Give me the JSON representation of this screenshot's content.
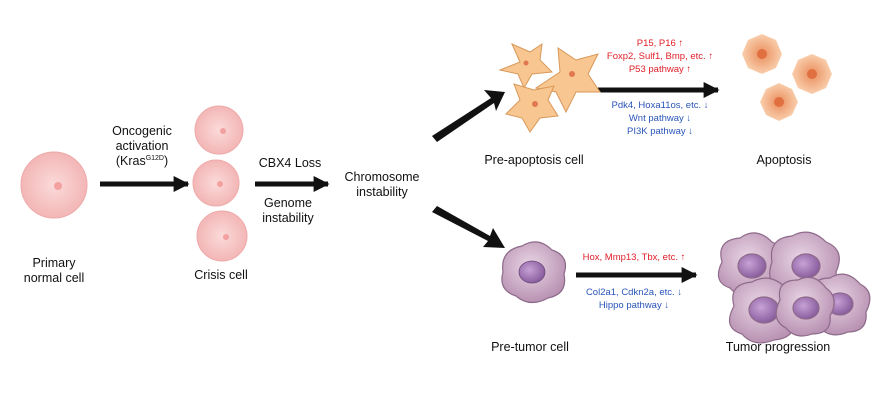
{
  "colors": {
    "up_regulated": "#e0202a",
    "down_regulated": "#2a55b8",
    "arrow": "#111111",
    "normal_cell": "#f5c4c4",
    "pre_apoptosis_cell": "#f6c08a",
    "apoptosis_cell": "#f0a070",
    "tumor_cell": "#c9a6c2"
  },
  "icons": {
    "up_arrow": "↑",
    "down_arrow": "↓"
  },
  "labels": {
    "primary_normal_cell": [
      "Primary",
      "normal cell"
    ],
    "oncogenic_activation": [
      "Oncogenic",
      "activation"
    ],
    "kras_prefix": "(Kras",
    "kras_super": "G12D",
    "kras_suffix": ")",
    "crisis_cell": "Crisis cell",
    "cbx4_loss": "CBX4 Loss",
    "genome_instability": [
      "Genome",
      "instability"
    ],
    "chromosome_instability": [
      "Chromosome",
      "instability"
    ],
    "pre_apoptosis_cell": "Pre-apoptosis cell",
    "apoptosis": "Apoptosis",
    "pre_tumor_cell": "Pre-tumor cell",
    "tumor_progression": "Tumor progression"
  },
  "apoptosis_genes": {
    "up": [
      "P15, P16",
      "Foxp2, Sulf1, Bmp, etc.",
      "P53 pathway"
    ],
    "down": [
      "Pdk4, Hoxa11os, etc.",
      "Wnt pathway",
      "PI3K pathway"
    ]
  },
  "tumor_genes": {
    "up": [
      "Hox, Mmp13, Tbx, etc."
    ],
    "down": [
      "Col2a1, Cdkn2a, etc.",
      "Hippo pathway"
    ]
  }
}
